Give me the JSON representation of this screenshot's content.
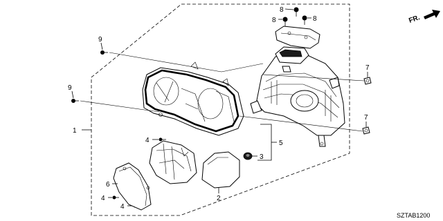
{
  "diagram": {
    "callouts": {
      "c1": "1",
      "c2": "2",
      "c3": "3",
      "c4a": "4",
      "c4b": "4",
      "c4c": "4",
      "c5": "5",
      "c6": "6",
      "c7a": "7",
      "c7b": "7",
      "c8a": "8",
      "c8b": "8",
      "c8c": "8",
      "c9a": "9",
      "c9b": "9"
    },
    "direction_label": "FR.",
    "diagram_code": "SZTAB1200"
  }
}
